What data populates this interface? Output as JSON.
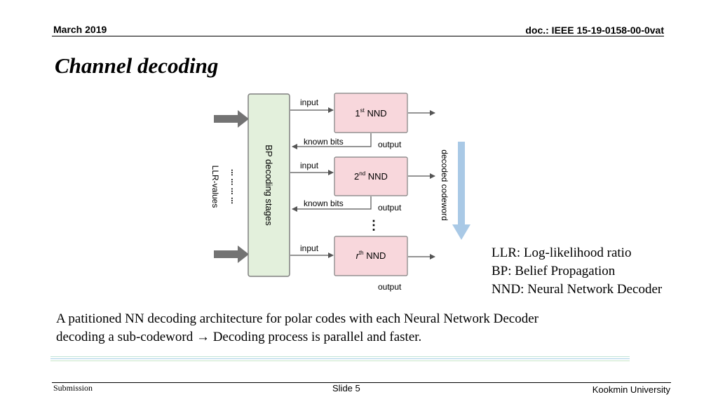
{
  "header": {
    "date": "March 2019",
    "doc_id": "doc.: IEEE 15-19-0158-00-0vat"
  },
  "title": "Channel decoding",
  "diagram": {
    "llr_label": "LLR-values",
    "llr_dots": "... ... ... ...",
    "bp_label": "BP decoding stages",
    "decoded_label": "decoded codeword",
    "vertical_dots": "⋮",
    "nnds": [
      {
        "prefix": "1",
        "sup": "st",
        "suffix": " NND",
        "input": "input",
        "known": "known bits",
        "output": "output"
      },
      {
        "prefix": "2",
        "sup": "nd",
        "suffix": " NND",
        "input": "input",
        "known": "known bits",
        "output": "output"
      },
      {
        "prefix": "r",
        "sup": "th",
        "suffix": " NND",
        "input": "input",
        "output": "output"
      }
    ]
  },
  "legend": {
    "llr": "LLR: Log-likelihood ratio",
    "bp": "BP: Belief Propagation",
    "nnd": "NND: Neural Network Decoder"
  },
  "caption": {
    "line1": "A patitioned NN decoding architecture for polar codes with each Neural Network Decoder",
    "line2": "decoding a sub-codeword → Decoding process is parallel and faster."
  },
  "colors": {
    "nnd_fill": "#f8d7dc",
    "bp_fill": "#e3f0dc",
    "decoded_arrow": "#a9c9e6",
    "deco_line": "#a8d8c8"
  },
  "footer": {
    "left": "Submission",
    "center": "Slide 5",
    "right": "Kookmin University"
  }
}
